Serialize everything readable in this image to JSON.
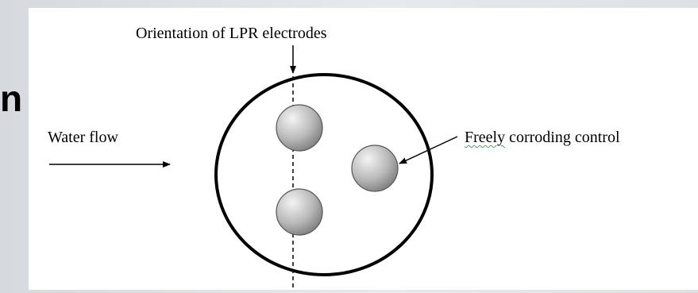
{
  "title_fragment": "n",
  "labels": {
    "orientation": "Orientation of LPR electrodes",
    "water_flow": "Water flow",
    "freely_prefix": "Freely",
    "freely_suffix": " corroding control"
  },
  "colors": {
    "background": "#dfe3e7",
    "canvas": "#ffffff",
    "line": "#000000",
    "electrode_light": "#f2f2f2",
    "electrode_dark": "#8a8a8a",
    "spellcheck_underline": "#3aa75c"
  }
}
